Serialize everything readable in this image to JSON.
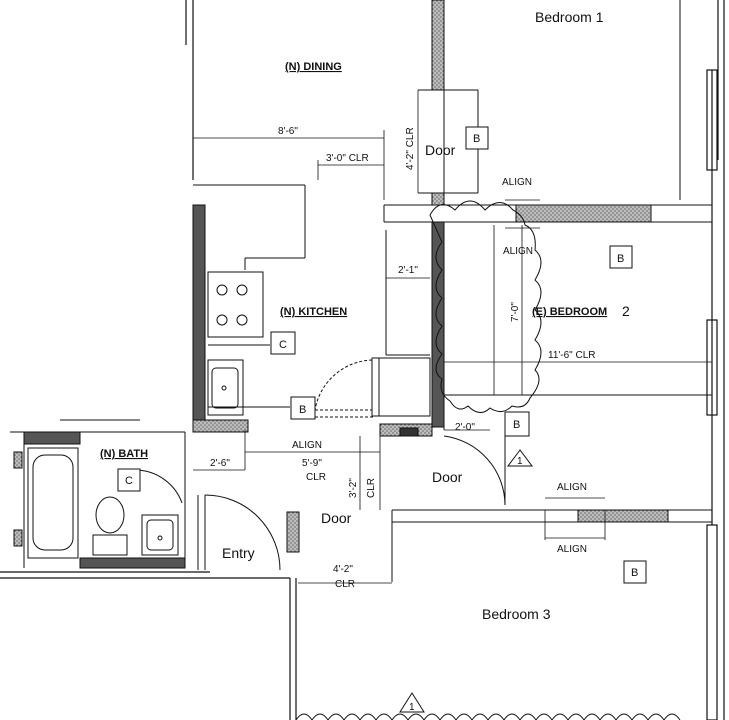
{
  "rooms": {
    "bedroom1": "Bedroom 1",
    "dining": "(N) DINING",
    "kitchen": "(N) KITCHEN",
    "bedroom2": "(E) BEDROOM",
    "bedroom2_num": "2",
    "bath": "(N) BATH",
    "entry": "Entry",
    "bedroom3": "Bedroom 3"
  },
  "doors": {
    "bedroom1": "Door",
    "bedroom2": "Door",
    "entry": "Door"
  },
  "dimensions": {
    "dining_width": "8'-6\"",
    "clr_3_0": "3'-0\" CLR",
    "clr_4_2_vertical": "4'-2\" CLR",
    "clr_2_1": "2'-1\"",
    "clr_7_0": "7'-0\"",
    "clr_11_6": "11'-6\" CLR",
    "clr_2_0": "2'-0\"",
    "clr_2_6": "2'-6\"",
    "clr_5_9": "5'-9\"",
    "clr_5_9_sub": "CLR",
    "clr_3_2": "3'-2\"",
    "clr_3_2_sub": "CLR",
    "clr_4_2": "4'-2\"",
    "clr_4_2_sub": "CLR"
  },
  "annotations": {
    "align_top": "ALIGN",
    "align_top_below": "ALIGN",
    "align_kitchen": "ALIGN",
    "align_b3_top": "ALIGN",
    "align_b3_bottom": "ALIGN"
  },
  "tags": {
    "b_bedroom1_door": "B",
    "b_bedroom2": "B",
    "c_kitchen": "C",
    "b_kitchen": "B",
    "b_bedroom2_door": "B",
    "c_bath": "C",
    "b_bedroom3": "B",
    "section_1": "1",
    "section_2": "1"
  },
  "colors": {
    "wall": "#5a5a5a",
    "hatch": "#9a9a9a",
    "line": "#111111"
  }
}
